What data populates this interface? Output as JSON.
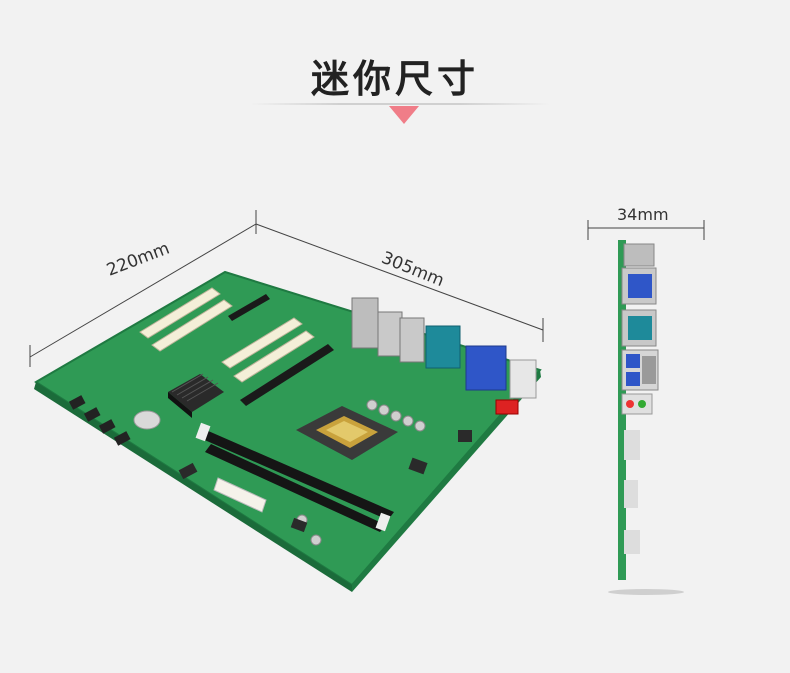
{
  "page": {
    "title": "迷你尺寸"
  },
  "dimensions": {
    "width_label": "220mm",
    "length_label": "305mm",
    "thickness_label": "34mm"
  },
  "colors": {
    "background": "#f2f2f2",
    "accent_arrow": "#f07d88",
    "pcb_green": "#2f9a55",
    "pcb_dark": "#1f7a42",
    "vga_blue": "#2f56c8",
    "com_teal": "#1e8a9a"
  },
  "images": {
    "board": "motherboard-photo",
    "side": "motherboard-side-view"
  }
}
